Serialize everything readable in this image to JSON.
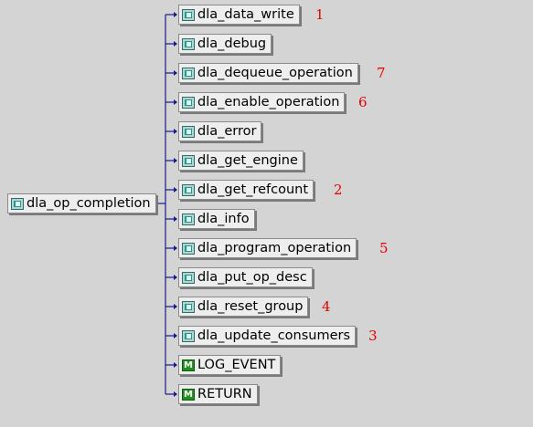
{
  "root": {
    "label": "dla_op_completion",
    "icon": "function-icon"
  },
  "children": [
    {
      "label": "dla_data_write",
      "icon": "function-icon",
      "number": "1"
    },
    {
      "label": "dla_debug",
      "icon": "function-icon",
      "number": ""
    },
    {
      "label": "dla_dequeue_operation",
      "icon": "function-icon",
      "number": "7"
    },
    {
      "label": "dla_enable_operation",
      "icon": "function-icon",
      "number": "6"
    },
    {
      "label": "dla_error",
      "icon": "function-icon",
      "number": ""
    },
    {
      "label": "dla_get_engine",
      "icon": "function-icon",
      "number": ""
    },
    {
      "label": "dla_get_refcount",
      "icon": "function-icon",
      "number": "2"
    },
    {
      "label": "dla_info",
      "icon": "function-icon",
      "number": ""
    },
    {
      "label": "dla_program_operation",
      "icon": "function-icon",
      "number": "5"
    },
    {
      "label": "dla_put_op_desc",
      "icon": "function-icon",
      "number": ""
    },
    {
      "label": "dla_reset_group",
      "icon": "function-icon",
      "number": "4"
    },
    {
      "label": "dla_update_consumers",
      "icon": "function-icon",
      "number": "3"
    },
    {
      "label": "LOG_EVENT",
      "icon": "macro-icon",
      "number": ""
    },
    {
      "label": "RETURN",
      "icon": "macro-icon",
      "number": ""
    }
  ],
  "colors": {
    "background": "#d4d4d4",
    "connector": "#1a1a8c",
    "annotation": "#e60000"
  }
}
